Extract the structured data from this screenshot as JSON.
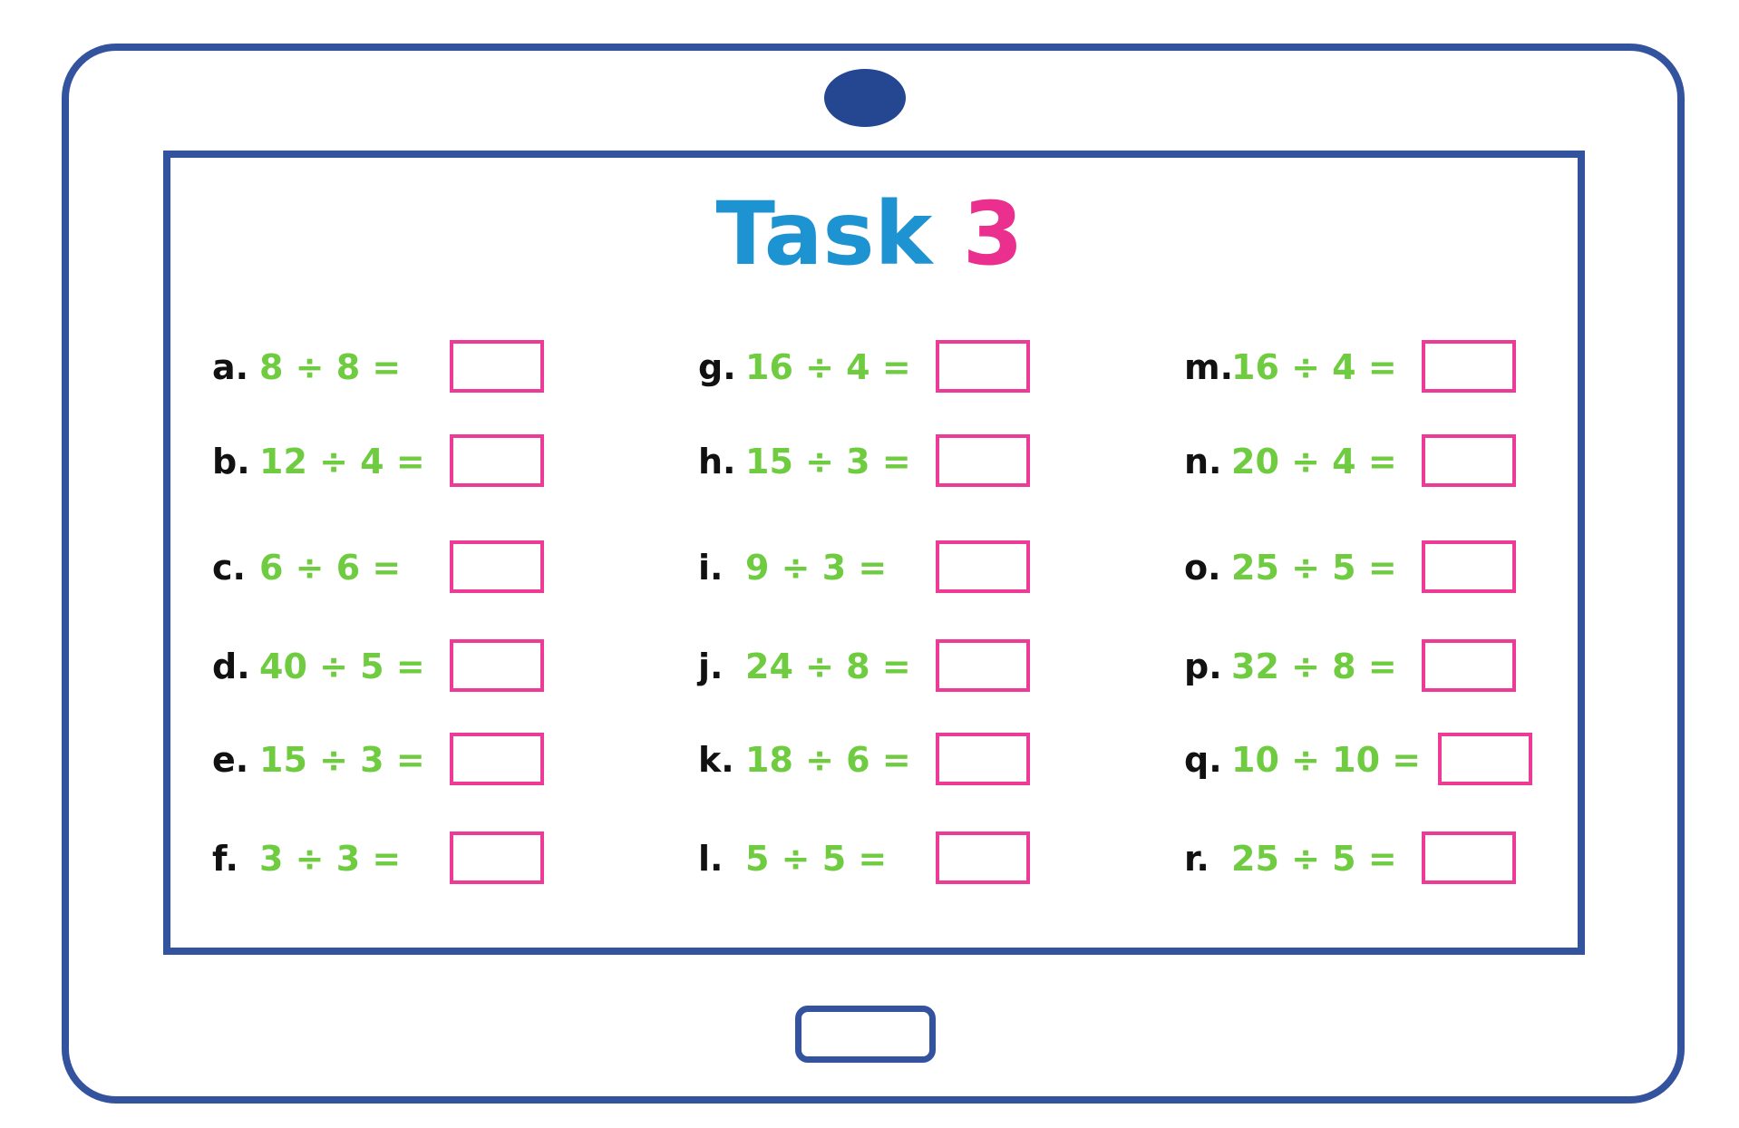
{
  "title": {
    "word": "Task",
    "number": "3"
  },
  "problems": [
    {
      "letter": "a.",
      "expression": "8 ÷ 8 ="
    },
    {
      "letter": "b.",
      "expression": "12 ÷ 4 ="
    },
    {
      "letter": "c.",
      "expression": "6 ÷ 6 ="
    },
    {
      "letter": "d.",
      "expression": "40 ÷ 5 ="
    },
    {
      "letter": "e.",
      "expression": "15 ÷ 3 ="
    },
    {
      "letter": "f.",
      "expression": "3 ÷ 3 ="
    },
    {
      "letter": "g.",
      "expression": "16 ÷ 4 ="
    },
    {
      "letter": "h.",
      "expression": "15 ÷ 3 ="
    },
    {
      "letter": "i.",
      "expression": "9 ÷ 3 ="
    },
    {
      "letter": "j.",
      "expression": "24 ÷ 8 ="
    },
    {
      "letter": "k.",
      "expression": "18 ÷ 6 ="
    },
    {
      "letter": "l.",
      "expression": "5 ÷ 5 ="
    },
    {
      "letter": "m.",
      "expression": "16 ÷ 4 ="
    },
    {
      "letter": "n.",
      "expression": "20 ÷ 4 ="
    },
    {
      "letter": "o.",
      "expression": "25 ÷ 5 ="
    },
    {
      "letter": "p.",
      "expression": "32 ÷ 8 ="
    },
    {
      "letter": "q.",
      "expression": "10 ÷ 10 ="
    },
    {
      "letter": "r.",
      "expression": "25 ÷ 5 ="
    }
  ]
}
